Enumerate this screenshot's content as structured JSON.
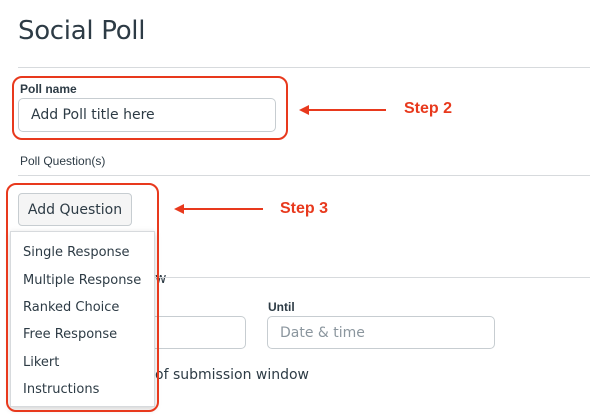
{
  "page": {
    "title": "Social Poll"
  },
  "poll_name": {
    "label": "Poll name",
    "placeholder": "Add Poll title here"
  },
  "questions": {
    "label": "Poll Question(s)",
    "add_button": "Add Question"
  },
  "question_types": [
    "Single Response",
    "Multiple Response",
    "Ranked Choice",
    "Free Response",
    "Likert",
    "Instructions"
  ],
  "partial_header_char": "w",
  "until": {
    "label": "Until",
    "placeholder": "Date & time"
  },
  "submission_text": "of submission window",
  "annotations": {
    "step2": "Step 2",
    "step3": "Step 3",
    "color": "#e8391d"
  }
}
